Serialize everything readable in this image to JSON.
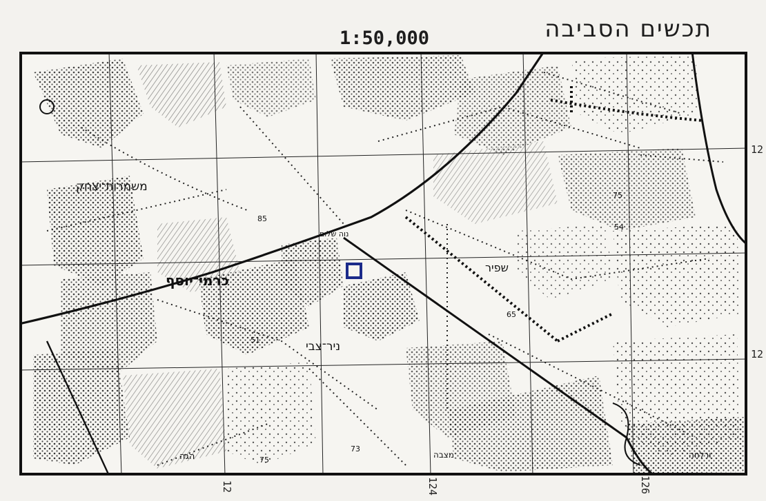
{
  "map": {
    "title": "תכשים הסביבה",
    "scale": "1:50,000",
    "edge_labels": {
      "right_top": "12",
      "right_mid": "12",
      "bottom_left": "12",
      "bottom_mid": "124",
      "bottom_right": "126"
    },
    "place_labels": {
      "mishmar": "משמרות־יצחק",
      "karmei": "כרמי־יוסף",
      "nir": "ניר־צבי",
      "shafir": "שפיר",
      "ramla_note": "נוה שלום",
      "bottom_mid": "מצבה",
      "bottom_right": "ורלחה",
      "bottom_left": "הגה",
      "elevation_1": "85",
      "elevation_2": "54",
      "elevation_3": "51",
      "elevation_4": "75",
      "elevation_5": "75",
      "elevation_6": "73",
      "elevation_7": "65"
    },
    "site_marker": "site-square"
  }
}
